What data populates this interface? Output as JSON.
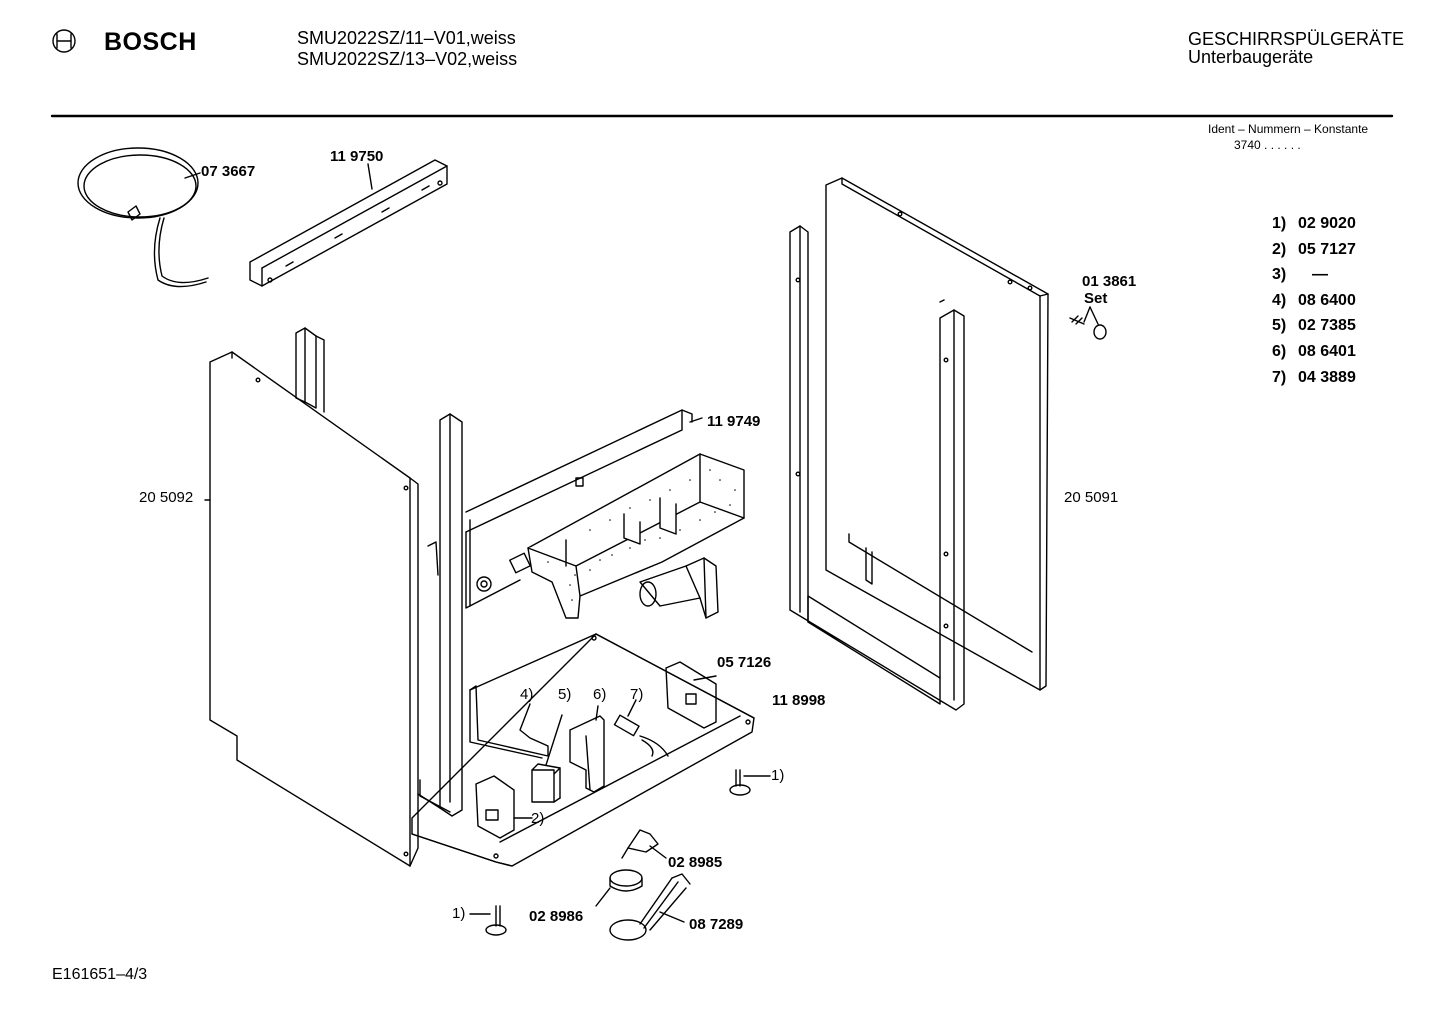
{
  "header": {
    "brand": "BOSCH",
    "models": [
      "SMU2022SZ/11–V01,weiss",
      "SMU2022SZ/13–V02,weiss"
    ],
    "category": "GESCHIRRSPÜLGERÄTE",
    "subcategory": "Unterbaugeräte"
  },
  "ident": {
    "title": "Ident – Nummern – Konstante",
    "value": "3740 . .   . . . ."
  },
  "legend": [
    {
      "num": "1)",
      "part": "02 9020"
    },
    {
      "num": "2)",
      "part": "05 7127"
    },
    {
      "num": "3)",
      "part": "—"
    },
    {
      "num": "4)",
      "part": "08 6400"
    },
    {
      "num": "5)",
      "part": "02 7385"
    },
    {
      "num": "6)",
      "part": "08 6401"
    },
    {
      "num": "7)",
      "part": "04 3889"
    }
  ],
  "parts": {
    "p073667": "07 3667",
    "p119750": "11 9750",
    "p013861": "01 3861",
    "set": "Set",
    "p119749": "11 9749",
    "p205092": "20 5092",
    "p205091": "20 5091",
    "p057126": "05 7126",
    "p118998": "11 8998",
    "c4": "4)",
    "c5": "5)",
    "c6": "6)",
    "c7": "7)",
    "c1a": "1)",
    "c2": "2)",
    "p028985": "02 8985",
    "c1b": "1)",
    "p028986": "02 8986",
    "p087289": "08 7289"
  },
  "footer": {
    "drawing_id": "E161651–4/3"
  }
}
